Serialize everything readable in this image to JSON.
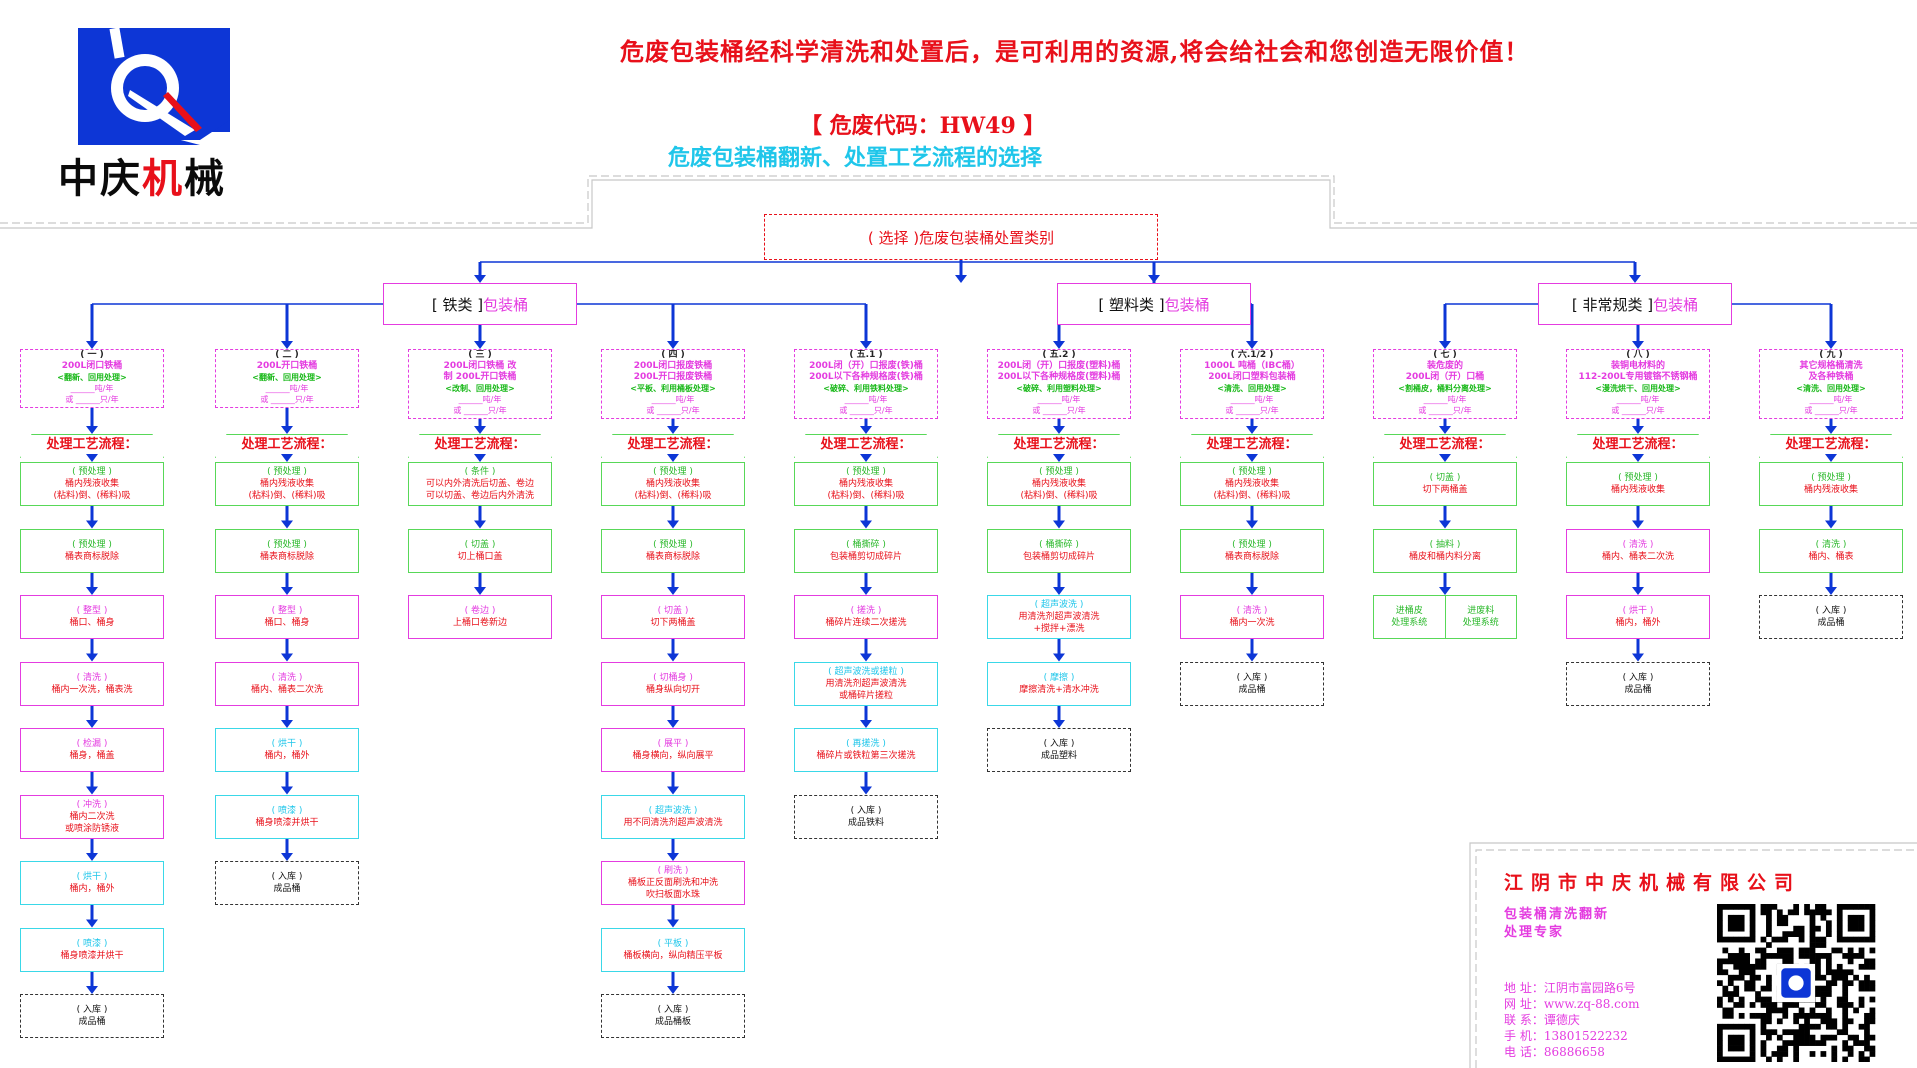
{
  "header": {
    "slogan": "危废包装桶经科学清洗和处置后，是可利用的资源,将会给社会和您创造无限价值！",
    "code": "【  危废代码：HW49  】",
    "subtitle": "危废包装桶翻新、处置工艺流程的选择"
  },
  "logo": {
    "text_part1": "中庆",
    "text_part2": "机",
    "text_part3": "械"
  },
  "root": {
    "label": "( 选择 )危废包装桶处置类别"
  },
  "categories": [
    {
      "bracket": "[  铁类  ]",
      "suffix": "包装桶"
    },
    {
      "bracket": "[  塑料类  ]",
      "suffix": "包装桶"
    },
    {
      "bracket": "[  非常规类  ]",
      "suffix": "包装桶"
    }
  ],
  "process_label": "处理工艺流程：",
  "qty_line1": "______吨/年",
  "qty_line2": "______只/年",
  "qty_prefix": "或",
  "columns": [
    {
      "num": "( 一 )",
      "title": "200L闭口铁桶",
      "note": "<翻新、回用处理>",
      "steps": [
        {
          "c": "green",
          "lbl": "( 预处理 )",
          "dsc": "桶内残液收集\n(粘料)倒、(稀料)吸"
        },
        {
          "c": "green",
          "lbl": "( 预处理 )",
          "dsc": "桶表商标脱除"
        },
        {
          "c": "pink",
          "lbl": "( 整型 )",
          "dsc": "桶口、桶身"
        },
        {
          "c": "pink",
          "lbl": "( 清洗 )",
          "dsc": "桶内一次洗，桶表洗"
        },
        {
          "c": "pink",
          "lbl": "( 检漏 )",
          "dsc": "桶身，桶盖"
        },
        {
          "c": "pink",
          "lbl": "( 冲洗 )",
          "dsc": "桶内二次洗\n或喷涂防锈液"
        },
        {
          "c": "cyan",
          "lbl": "( 烘干 )",
          "dsc": "桶内，桶外"
        },
        {
          "c": "cyan",
          "lbl": "( 喷漆 )",
          "dsc": "桶身喷漆并烘干"
        },
        {
          "c": "black",
          "lbl": "( 入库 )",
          "dsc": "成品桶"
        }
      ]
    },
    {
      "num": "( 二 )",
      "title": "200L开口铁桶",
      "note": "<翻新、回用处理>",
      "steps": [
        {
          "c": "green",
          "lbl": "( 预处理 )",
          "dsc": "桶内残液收集\n(粘料)倒、(稀料)吸"
        },
        {
          "c": "green",
          "lbl": "( 预处理 )",
          "dsc": "桶表商标脱除"
        },
        {
          "c": "pink",
          "lbl": "( 整型 )",
          "dsc": "桶口、桶身"
        },
        {
          "c": "pink",
          "lbl": "( 清洗 )",
          "dsc": "桶内、桶表二次洗"
        },
        {
          "c": "cyan",
          "lbl": "( 烘干 )",
          "dsc": "桶内，桶外"
        },
        {
          "c": "cyan",
          "lbl": "( 喷漆 )",
          "dsc": "桶身喷漆并烘干"
        },
        {
          "c": "black",
          "lbl": "( 入库 )",
          "dsc": "成品桶"
        }
      ]
    },
    {
      "num": "( 三 )",
      "title": "200L闭口铁桶 改\n制 200L开口铁桶",
      "note": "<改制、回用处理>",
      "steps": [
        {
          "c": "green",
          "lbl": "( 条件 )",
          "dsc": "可以内外清洗后切盖、卷边\n可以切盖、卷边后内外清洗"
        },
        {
          "c": "green",
          "lbl": "( 切盖 )",
          "dsc": "切上桶口盖"
        },
        {
          "c": "pink",
          "lbl": "( 卷边 )",
          "dsc": "上桶口卷新边"
        }
      ]
    },
    {
      "num": "( 四 )",
      "title": "200L闭口报废铁桶\n200L开口报废铁桶",
      "note": "<平板、利用桶板处理>",
      "steps": [
        {
          "c": "green",
          "lbl": "( 预处理 )",
          "dsc": "桶内残液收集\n(粘料)倒、(稀料)吸"
        },
        {
          "c": "green",
          "lbl": "( 预处理 )",
          "dsc": "桶表商标脱除"
        },
        {
          "c": "pink",
          "lbl": "( 切盖 )",
          "dsc": "切下两桶盖"
        },
        {
          "c": "pink",
          "lbl": "( 切桶身 )",
          "dsc": "桶身纵向切开"
        },
        {
          "c": "pink",
          "lbl": "( 展平 )",
          "dsc": "桶身横向，纵向展平"
        },
        {
          "c": "cyan",
          "lbl": "( 超声波洗 )",
          "dsc": "用不同清洗剂超声波清洗"
        },
        {
          "c": "pink",
          "lbl": "( 刷洗 )",
          "dsc": "桶板正反面刷洗和冲洗\n吹扫板面水珠"
        },
        {
          "c": "cyan",
          "lbl": "( 平板 )",
          "dsc": "桶板横向，纵向精压平板"
        },
        {
          "c": "black",
          "lbl": "( 入库 )",
          "dsc": "成品桶板"
        }
      ]
    },
    {
      "num": "( 五.1 )",
      "title": "200L闭（开）口报废(铁)桶\n200L以下各种规格废(铁)桶",
      "note": "<破碎、利用铁料处理>",
      "steps": [
        {
          "c": "green",
          "lbl": "( 预处理 )",
          "dsc": "桶内残液收集\n(粘料)倒、(稀料)吸"
        },
        {
          "c": "green",
          "lbl": "( 桶撕碎 )",
          "dsc": "包装桶剪切成碎片"
        },
        {
          "c": "pink",
          "lbl": "( 搓洗 )",
          "dsc": "桶碎片连续二次搓洗"
        },
        {
          "c": "cyan",
          "lbl": "( 超声波洗或搓粒 )",
          "dsc": "用清洗剂超声波清洗\n或桶碎片搓粒"
        },
        {
          "c": "cyan",
          "lbl": "( 再搓洗 )",
          "dsc": "桶碎片或铁粒第三次搓洗"
        },
        {
          "c": "black",
          "lbl": "( 入库 )",
          "dsc": "成品铁料"
        }
      ]
    },
    {
      "num": "( 五.2 )",
      "title": "200L闭（开）口报废(塑料)桶\n200L以下各种规格废(塑料)桶",
      "note": "<破碎、利用塑料处理>",
      "steps": [
        {
          "c": "green",
          "lbl": "( 预处理 )",
          "dsc": "桶内残液收集\n(粘料)倒、(稀料)吸"
        },
        {
          "c": "green",
          "lbl": "( 桶撕碎 )",
          "dsc": "包装桶剪切成碎片"
        },
        {
          "c": "cyan",
          "lbl": "( 超声波洗 )",
          "dsc": "用清洗剂超声波清洗\n+搅拌+漂洗"
        },
        {
          "c": "cyan",
          "lbl": "( 摩擦 )",
          "dsc": "摩擦清洗+清水冲洗"
        },
        {
          "c": "black",
          "lbl": "( 入库 )",
          "dsc": "成品塑料"
        }
      ]
    },
    {
      "num": "( 六.1/2 )",
      "title": "1000L 吨桶（IBC桶）\n200L闭口塑料包装桶",
      "note": "<清洗、回用处理>",
      "steps": [
        {
          "c": "green",
          "lbl": "( 预处理 )",
          "dsc": "桶内残液收集\n(粘料)倒、(稀料)吸"
        },
        {
          "c": "green",
          "lbl": "( 预处理 )",
          "dsc": "桶表商标脱除"
        },
        {
          "c": "pink",
          "lbl": "( 清洗 )",
          "dsc": "桶内一次洗"
        },
        {
          "c": "black",
          "lbl": "( 入库 )",
          "dsc": "成品桶"
        }
      ]
    },
    {
      "num": "( 七 )",
      "title": "装危废的\n200L闭（开）口桶",
      "note": "<割桶皮，桶料分离处理>",
      "steps": [
        {
          "c": "green",
          "lbl": "( 切盖 )",
          "dsc": "切下两桶盖"
        },
        {
          "c": "green",
          "lbl": "( 抽料 )",
          "dsc": "桶皮和桶内料分离"
        },
        {
          "c": "split",
          "lbl": "进桶皮\n处理系统",
          "dsc": "进废料\n处理系统"
        }
      ]
    },
    {
      "num": "( 八 )",
      "title": "装铜电材料的\n112-200L专用镀铬不锈钢桶",
      "note": "<漫洗烘干、回用处理>",
      "steps": [
        {
          "c": "green",
          "lbl": "( 预处理 )",
          "dsc": "桶内残液收集"
        },
        {
          "c": "pink",
          "lbl": "( 清洗 )",
          "dsc": "桶内、桶表二次洗"
        },
        {
          "c": "pink",
          "lbl": "( 烘干 )",
          "dsc": "桶内，桶外"
        },
        {
          "c": "black",
          "lbl": "( 入库 )",
          "dsc": "成品桶"
        }
      ]
    },
    {
      "num": "( 九 )",
      "title": "其它规格桶清洗\n及各种铁桶",
      "note": "<清洗、回用处理>",
      "steps": [
        {
          "c": "green",
          "lbl": "( 预处理 )",
          "dsc": "桶内残液收集"
        },
        {
          "c": "green",
          "lbl": "( 清洗 )",
          "dsc": "桶内、桶表"
        },
        {
          "c": "black",
          "lbl": "( 入库 )",
          "dsc": "成品桶"
        }
      ]
    }
  ],
  "company": {
    "name": "江阴市中庆机械有限公司",
    "tag1": "包装桶清洗翻新",
    "tag2": "处理专家",
    "address": "地  址：江阴市富园路6号",
    "web": "网  址：www.zq-88.com",
    "contact": "联  系：谭德庆",
    "mobile": "手  机：13801522232",
    "phone": "电  话：86886658"
  },
  "colors": {
    "red": "#e8101a",
    "blue": "#0d36d6",
    "magenta": "#e43ce0",
    "cyan": "#1fc6ea",
    "green": "#2ab82a"
  }
}
